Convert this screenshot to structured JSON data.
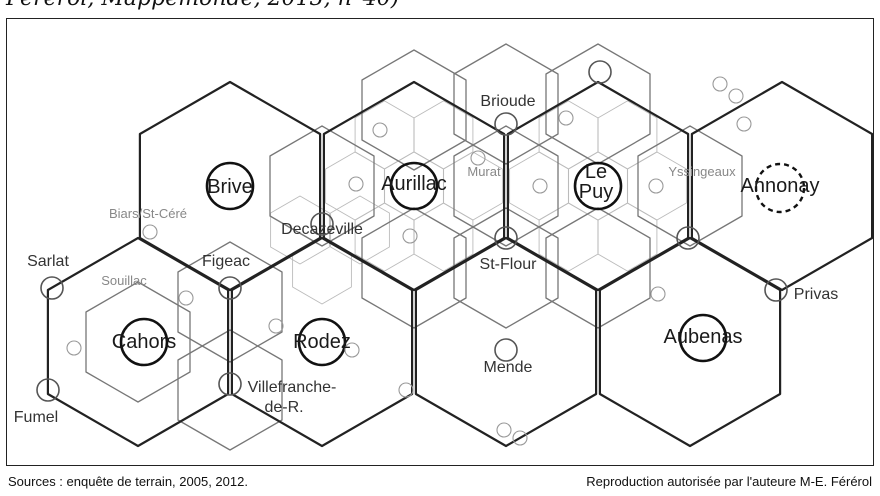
{
  "header": {
    "caption": "Férérol, Mappemonde, 2013, n°40)"
  },
  "footer": {
    "sources": "Sources : enquête de terrain, 2005, 2012.",
    "credit": "Reproduction autorisée par l'auteure M-E. Férérol"
  },
  "cities": {
    "brive": "Brive",
    "aurillac": "Aurillac",
    "le_puy_1": "Le",
    "le_puy_2": "Puy",
    "annonay": "Annonay",
    "cahors": "Cahors",
    "rodez": "Rodez",
    "aubenas": "Aubenas",
    "brioude": "Brioude",
    "decazeville": "Decazeville",
    "st_flour": "St-Flour",
    "figeac": "Figeac",
    "sarlat": "Sarlat",
    "fumel": "Fumel",
    "villefranche_1": "Villefranche-",
    "villefranche_2": "de-R.",
    "mende": "Mende",
    "privas": "Privas",
    "biars": "Biars/St-Céré",
    "souillac": "Souillac",
    "murat": "Murat",
    "yssingeaux": "Yssingeaux"
  }
}
